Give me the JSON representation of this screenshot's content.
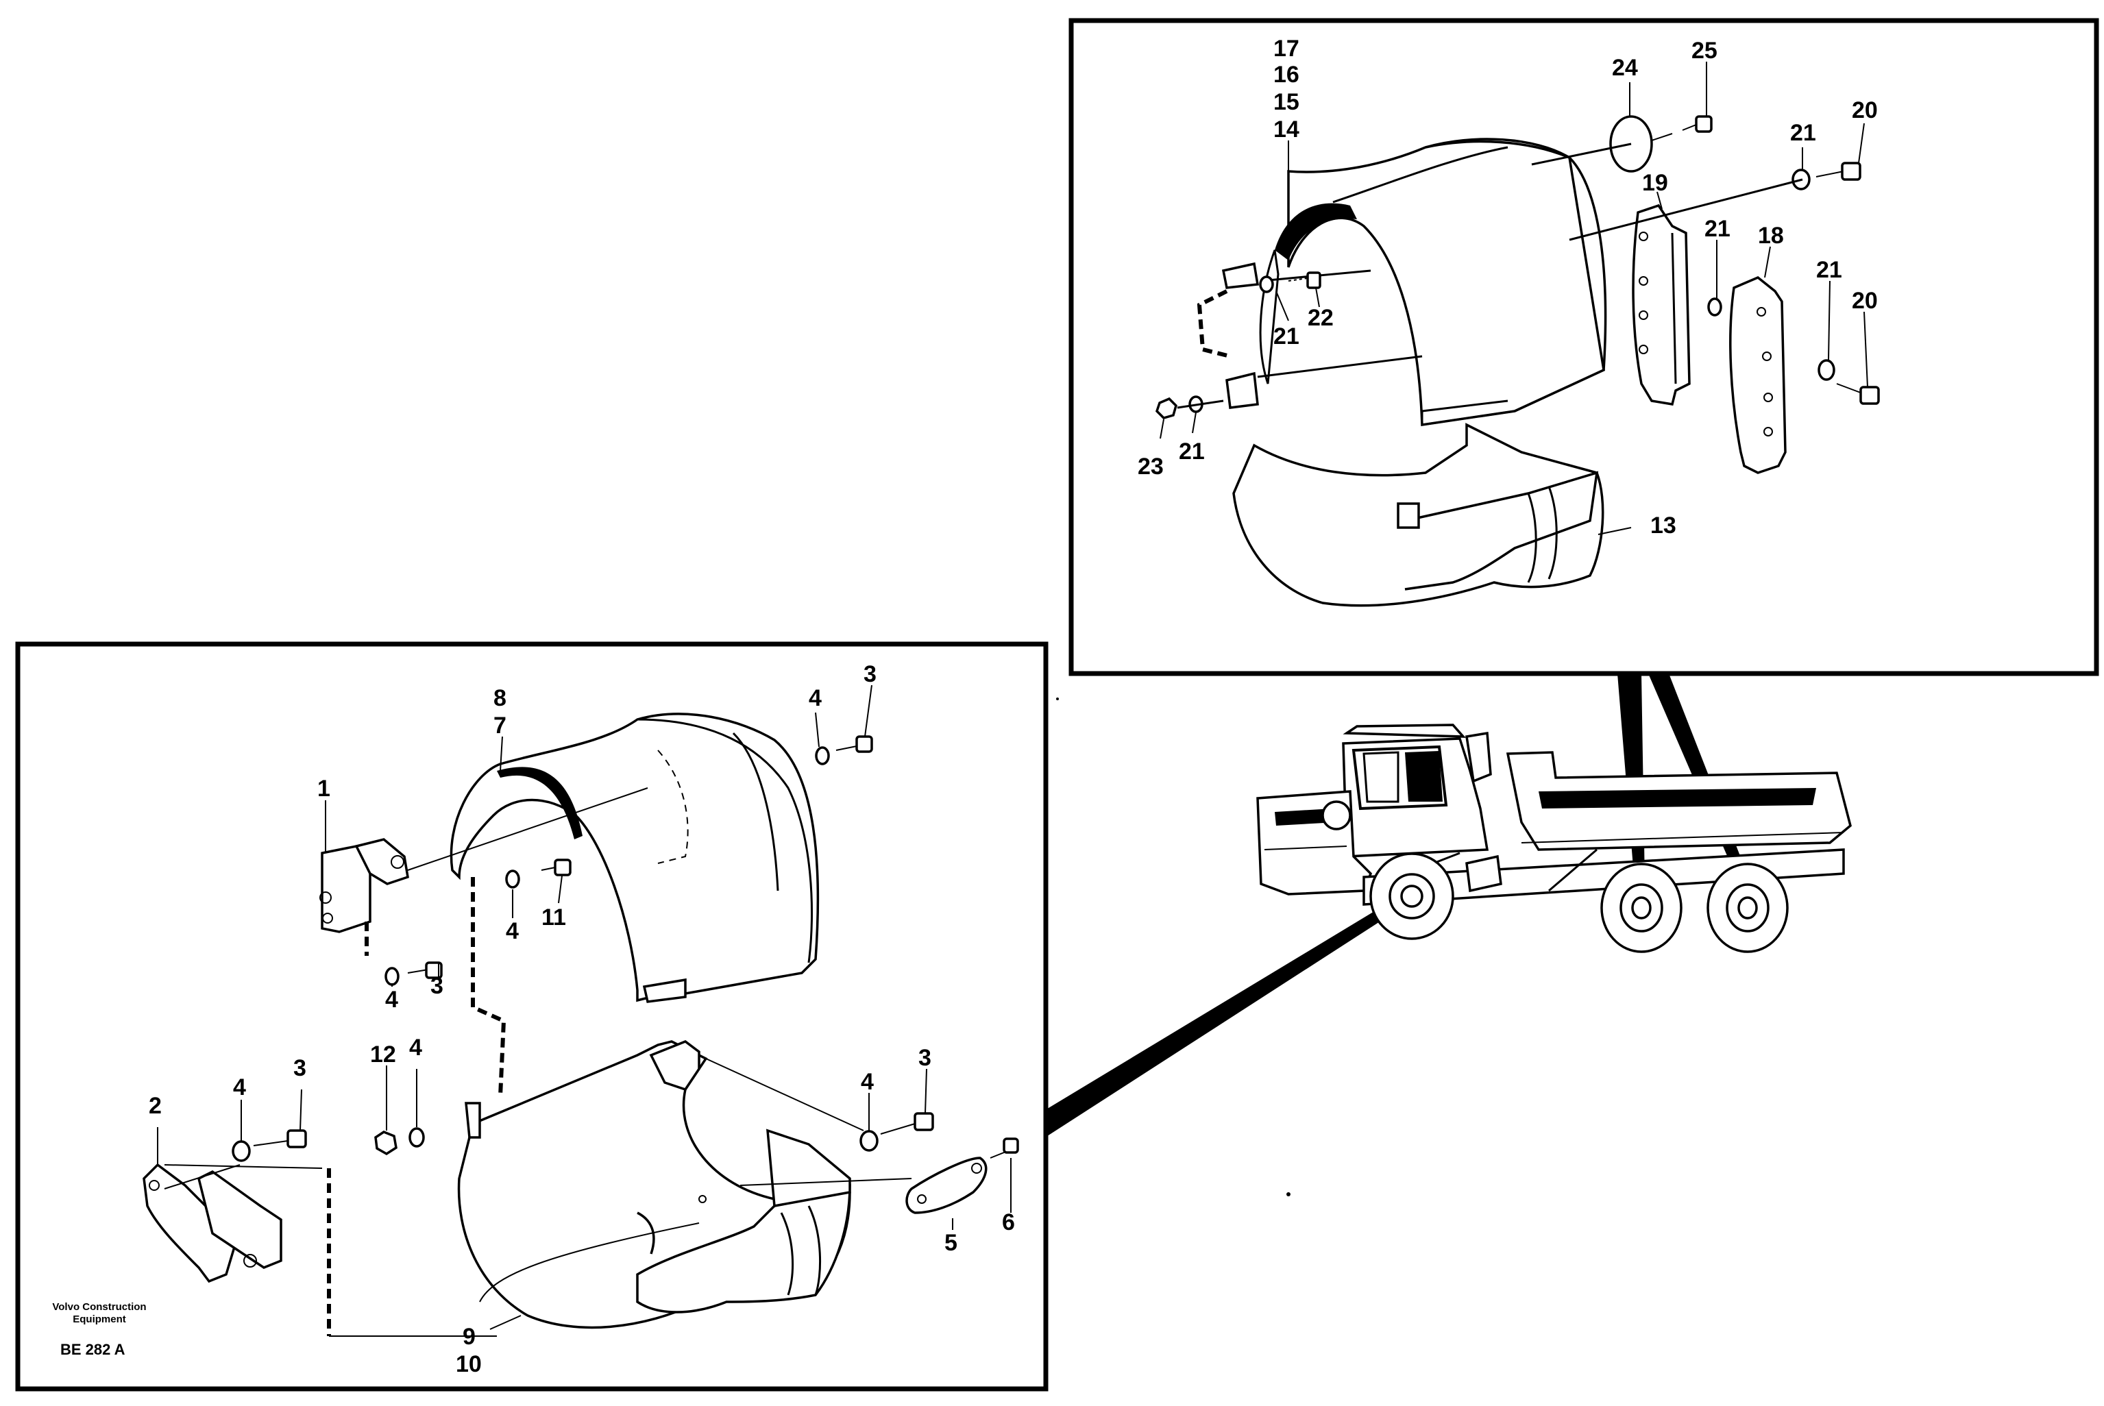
{
  "brand": {
    "company": "Volvo Construction",
    "company_line2": "Equipment",
    "figure_code": "BE 282 A"
  },
  "rear_detail": {
    "labels": {
      "l17": "17",
      "l16": "16",
      "l15": "15",
      "l14": "14",
      "l24": "24",
      "l25": "25",
      "l21a": "21",
      "l20a": "20",
      "l19": "19",
      "l21b": "21",
      "l18": "18",
      "l21c": "21",
      "l20b": "20",
      "l21d": "21",
      "l22": "22",
      "l23": "23",
      "l21e": "21",
      "l13": "13"
    }
  },
  "front_detail": {
    "labels": {
      "l8": "8",
      "l7": "7",
      "l4a": "4",
      "l3a": "3",
      "l1": "1",
      "l4b": "4",
      "l11": "11",
      "l4c": "4",
      "l3b": "3",
      "l12": "12",
      "l4d": "4",
      "l4e": "4",
      "l3c": "3",
      "l2": "2",
      "l4f": "4",
      "l3d": "3",
      "l5": "5",
      "l6": "6",
      "l9": "9",
      "l10": "10"
    }
  }
}
